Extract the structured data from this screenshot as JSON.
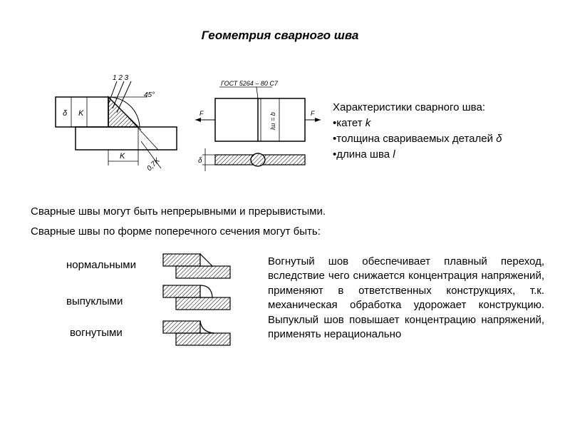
{
  "title": "Геометрия сварного шва",
  "figure_left": {
    "callouts": "1 2 3",
    "angle": "45°",
    "delta": "δ",
    "leg": "K",
    "throat": "0,7K"
  },
  "figure_right": {
    "standard": "ГОСТ 5264 – 80 С7",
    "force_left": "F",
    "force_right": "F",
    "length": "lш = b",
    "delta": "δ"
  },
  "characteristics": {
    "heading": "Характеристики сварного шва:",
    "items": [
      {
        "prefix": "•катет ",
        "symbol": "k"
      },
      {
        "prefix": "•толщина свариваемых деталей ",
        "symbol": "δ"
      },
      {
        "prefix": "•длина шва ",
        "symbol": "l"
      }
    ]
  },
  "lines": [
    "Сварные швы могут быть непрерывными и прерывистыми.",
    "Сварные швы по форме поперечного сечения могут быть:"
  ],
  "types": [
    "нормальными",
    "выпуклыми",
    "вогнутыми"
  ],
  "paragraph": "Вогнутый шов обеспечивает плавный переход, вследствие чего снижается концентрация напряжений, применяют в ответственных конструкциях, т.к. механическая обработка удорожает конструкцию. Выпуклый шов повышает концентрацию напряжений, применять нерационально"
}
